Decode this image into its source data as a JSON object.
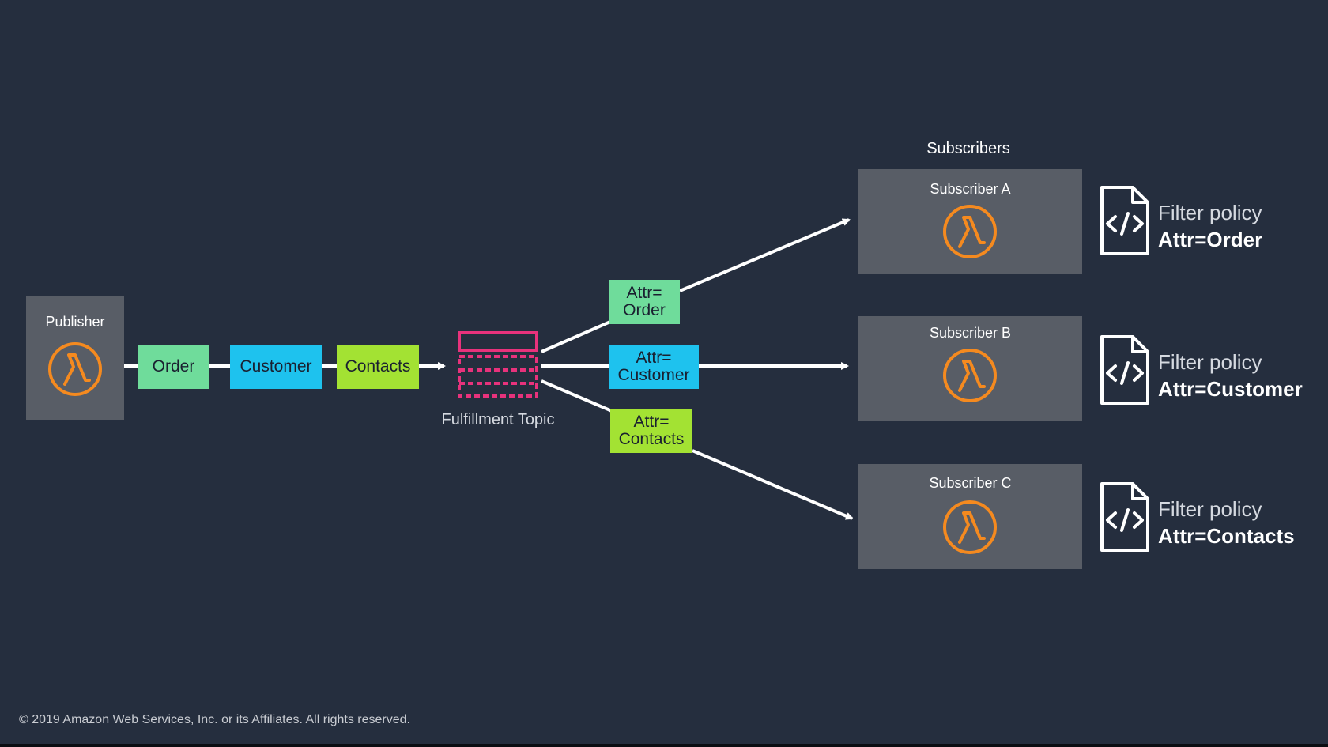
{
  "publisher": {
    "title": "Publisher",
    "icon": "lambda-icon"
  },
  "messages": [
    "Order",
    "Customer",
    "Contacts"
  ],
  "topic": {
    "label": "Fulfillment Topic",
    "icon": "topic-icon",
    "color": "#e8327c"
  },
  "attributes": [
    {
      "text": "Attr=\nOrder",
      "color": "#6fdc9b"
    },
    {
      "text": "Attr=\nCustomer",
      "color": "#1ec2ee"
    },
    {
      "text": "Attr=\nContacts",
      "color": "#a3e233"
    }
  ],
  "subscribers_heading": "Subscribers",
  "subscribers": [
    {
      "title": "Subscriber A",
      "policy_label": "Filter policy",
      "policy_value": "Attr=Order"
    },
    {
      "title": "Subscriber B",
      "policy_label": "Filter policy",
      "policy_value": "Attr=Customer"
    },
    {
      "title": "Subscriber C",
      "policy_label": "Filter policy",
      "policy_value": "Attr=Contacts"
    }
  ],
  "lambda_color": "#f58a1f",
  "background_color": "#252e3e",
  "copyright": "© 2019 Amazon Web Services, Inc. or its Affiliates. All rights reserved."
}
